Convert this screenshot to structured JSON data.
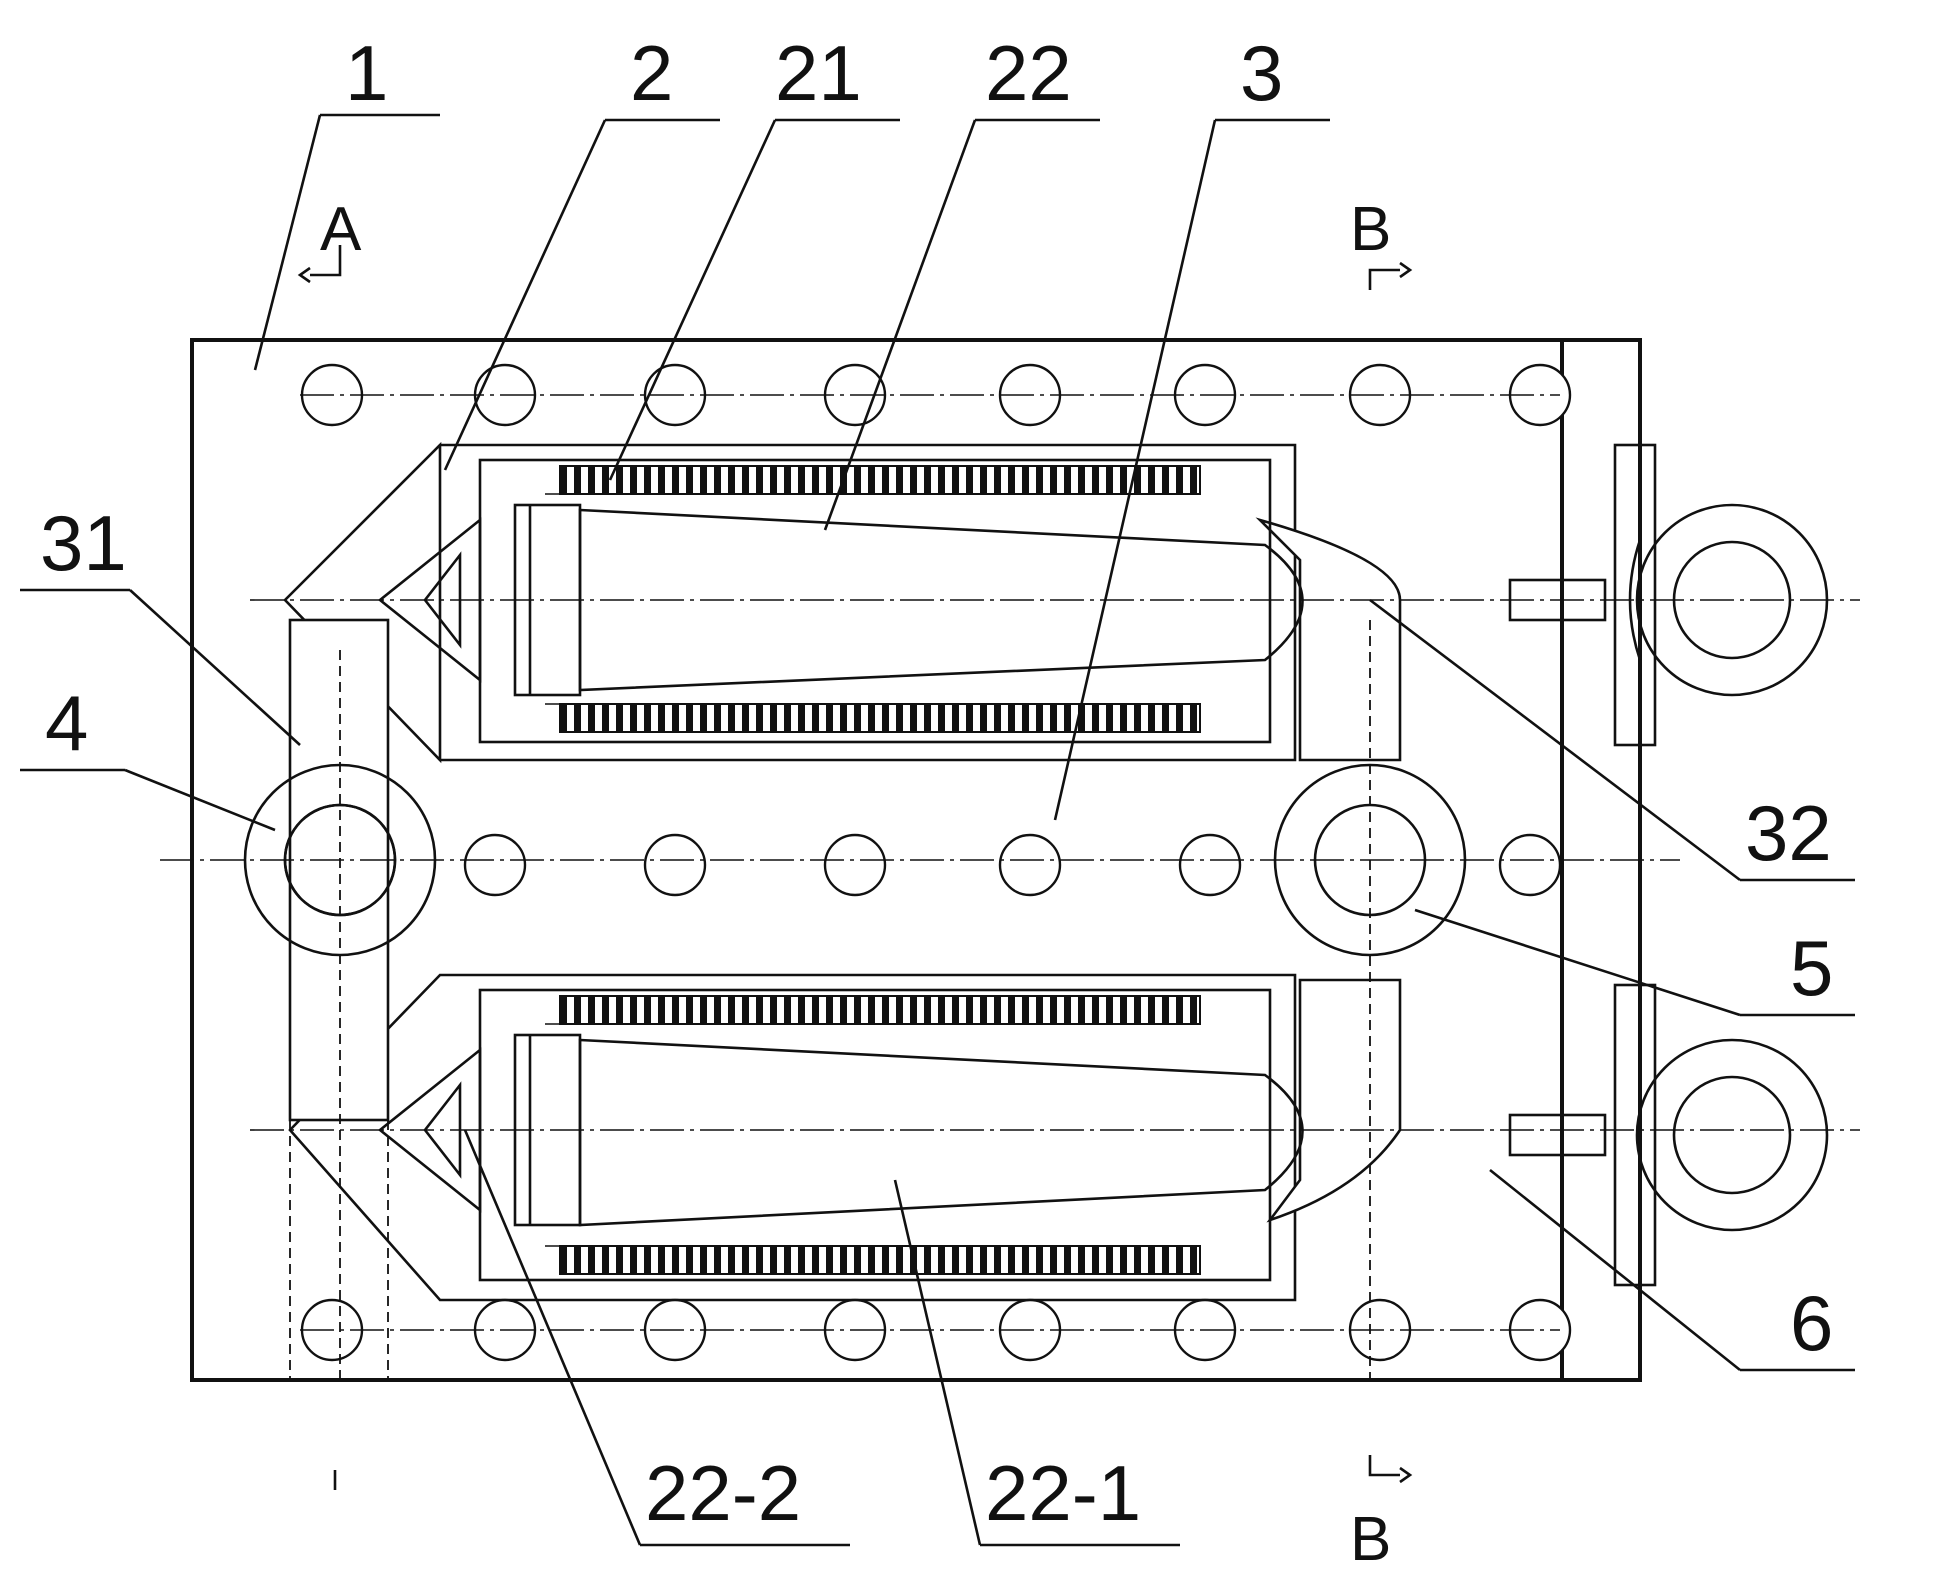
{
  "labels": {
    "l1": "1",
    "l2": "2",
    "l21": "21",
    "l22": "22",
    "l3": "3",
    "l31": "31",
    "l4": "4",
    "l32": "32",
    "l5": "5",
    "l6": "6",
    "l22_2": "22-2",
    "l22_1": "22-1"
  },
  "section_marks": {
    "a": "A",
    "b_top": "B",
    "b_bottom": "B"
  }
}
